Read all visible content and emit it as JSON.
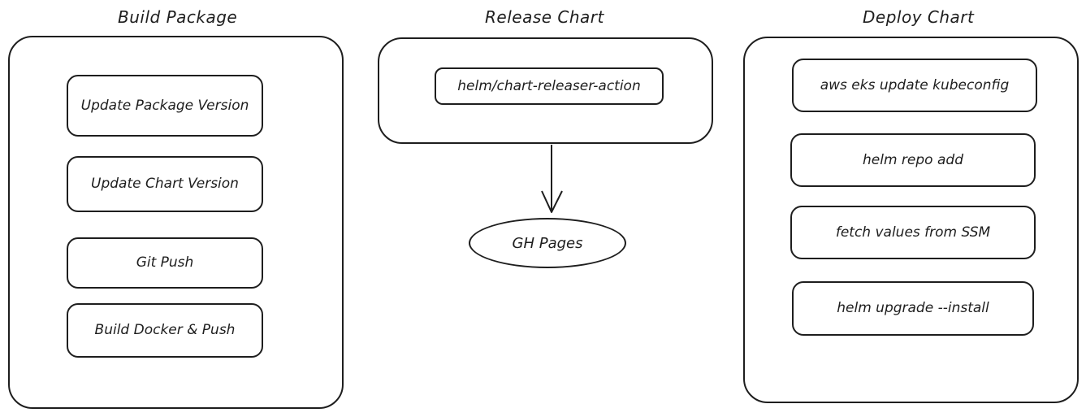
{
  "columns": {
    "build": {
      "title": "Build Package",
      "steps": [
        "Update Package Version",
        "Update Chart Version",
        "Git Push",
        "Build Docker & Push"
      ]
    },
    "release": {
      "title": "Release Chart",
      "steps": [
        "helm/chart-releaser-action"
      ],
      "target": "GH Pages"
    },
    "deploy": {
      "title": "Deploy Chart",
      "steps": [
        "aws eks update kubeconfig",
        "helm repo add",
        "fetch values from SSM",
        "helm upgrade --install"
      ]
    }
  }
}
